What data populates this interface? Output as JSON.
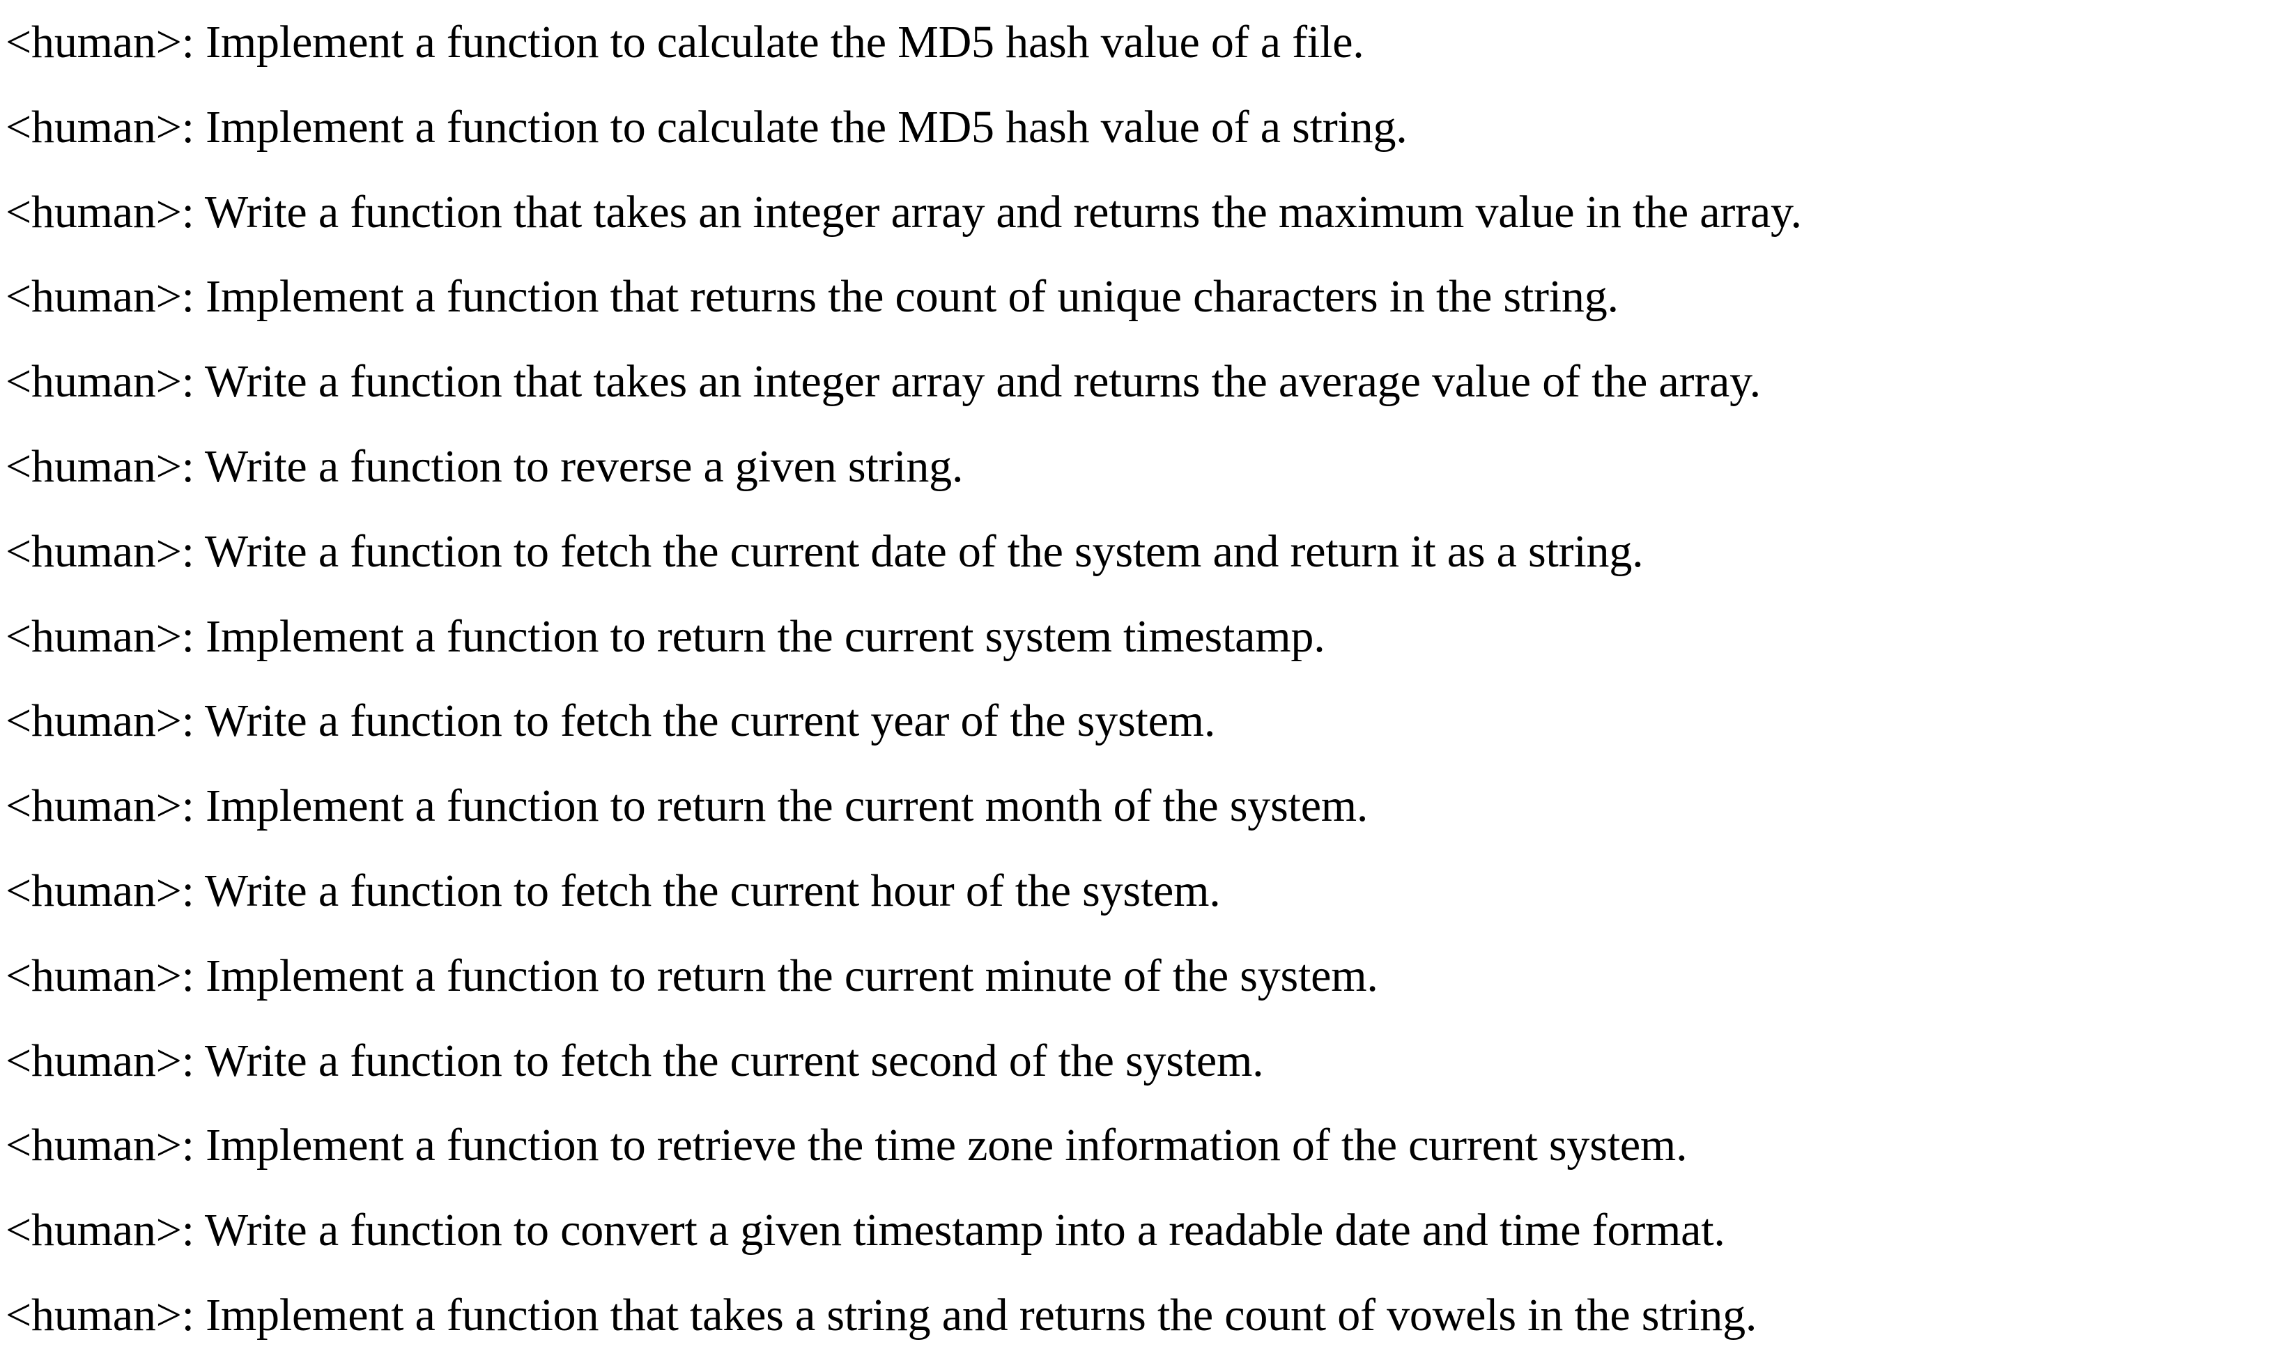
{
  "document": {
    "type": "plain-text-transcript",
    "background_color": "#ffffff",
    "text_color": "#000000",
    "speaker_tag": "<human>:",
    "line_count": 16,
    "lines": [
      "<human>: Implement a function to calculate the MD5 hash value of a file.",
      "<human>: Implement a function to calculate the MD5 hash value of a string.",
      "<human>: Write a function that takes an integer array and returns the maximum value in the array.",
      "<human>: Implement a function that returns the count of unique characters in the string.",
      "<human>: Write a function that takes an integer array and returns the average value of the array.",
      "<human>: Write a function to reverse a given string.",
      "<human>: Write a function to fetch the current date of the system and return it as a string.",
      "<human>: Implement a function to return the current system timestamp.",
      "<human>: Write a function to fetch the current year of the system.",
      "<human>: Implement a function to return the current month of the system.",
      "<human>: Write a function to fetch the current hour of the system.",
      "<human>: Implement a function to return the current minute of the system.",
      "<human>: Write a function to fetch the current second of the system.",
      "<human>: Implement a function to retrieve the time zone information of the current system.",
      "<human>: Write a function to convert a given timestamp into a readable date and time format.",
      "<human>: Implement a function that takes a string and returns the count of vowels in the string."
    ]
  }
}
